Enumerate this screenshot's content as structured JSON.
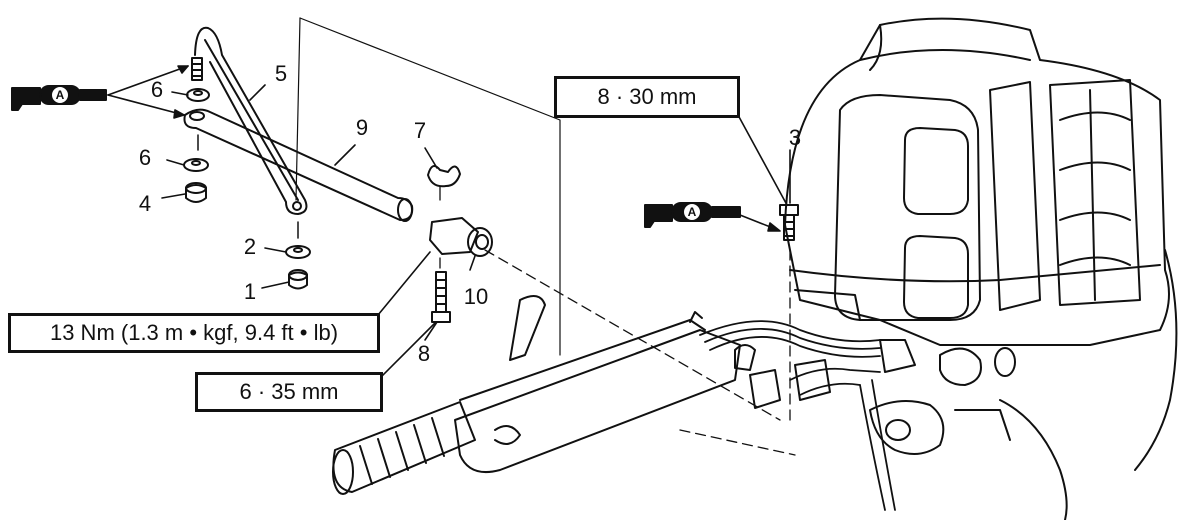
{
  "callouts": {
    "c1": "1",
    "c2": "2",
    "c3": "3",
    "c4": "4",
    "c5": "5",
    "c6a": "6",
    "c6b": "6",
    "c7": "7",
    "c8": "8",
    "c9": "9",
    "c10": "10"
  },
  "specs": {
    "torque": "13 Nm (1.3 m • kgf, 9.4 ft • lb)",
    "bolt_8": "8 ·  30 mm",
    "bolt_6": "6 ·  35 mm"
  },
  "grease_markers": {
    "left": "A",
    "right": "A"
  }
}
